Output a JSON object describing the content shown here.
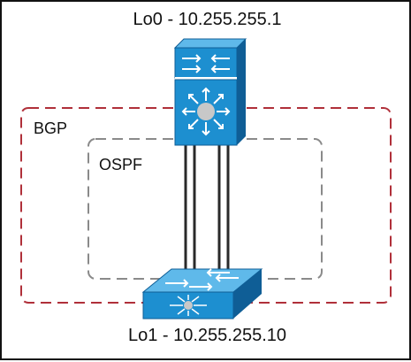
{
  "labels": {
    "top_device": "Lo0 - 10.255.255.1",
    "bottom_device": "Lo1 - 10.255.255.10",
    "bgp_zone": "BGP",
    "ospf_zone": "OSPF"
  },
  "colors": {
    "bgp_border": "#b0303a",
    "ospf_border": "#8a8a8a",
    "device_blue": "#1d8fd0",
    "device_blue_dark": "#0f5e96",
    "device_blue_light": "#5fb9ea",
    "link": "#2a2a2a"
  },
  "link_count": 4
}
